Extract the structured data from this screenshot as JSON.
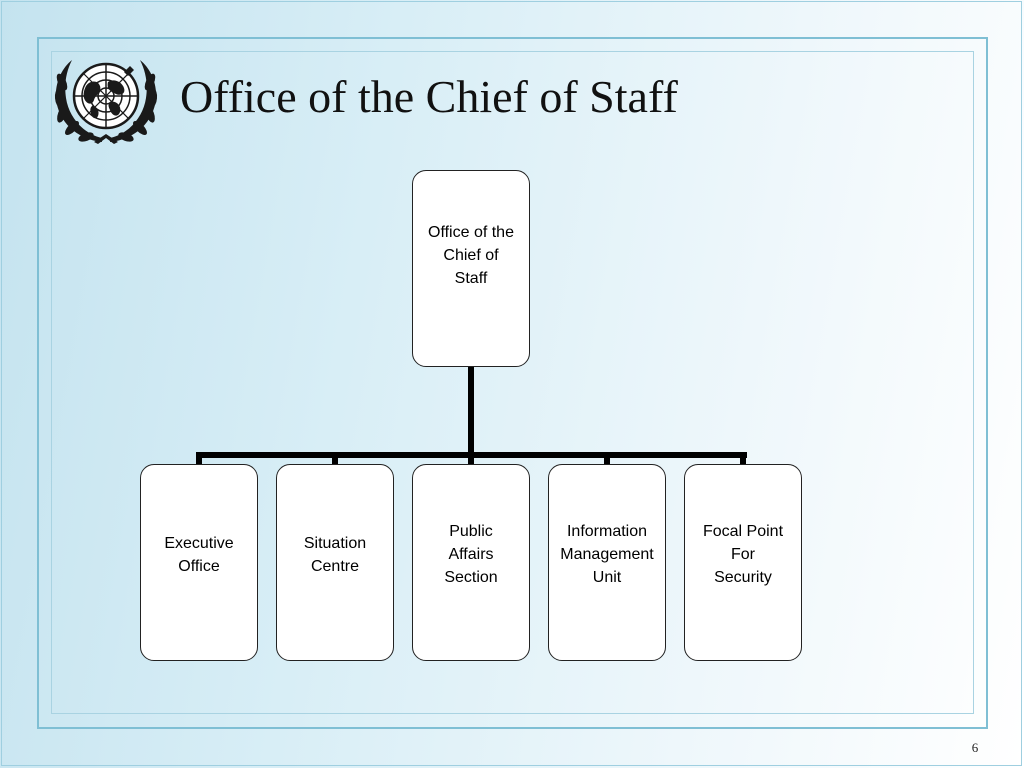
{
  "slide": {
    "title": "Office of the Chief of Staff",
    "page_number": "6"
  },
  "org_chart": {
    "root": {
      "label": "Office of the\nChief of\n Staff"
    },
    "children": [
      {
        "label": "Executive\n Office"
      },
      {
        "label": "Situation\n Centre"
      },
      {
        "label": "Public\nAffairs\n Section"
      },
      {
        "label": "Information\nManagement\nUnit"
      },
      {
        "label": "Focal Point\n For\nSecurity"
      }
    ]
  },
  "colors": {
    "line": "#000000",
    "box_border": "#222222",
    "box_fill": "#ffffff"
  },
  "icons": {
    "logo": "un-emblem"
  }
}
